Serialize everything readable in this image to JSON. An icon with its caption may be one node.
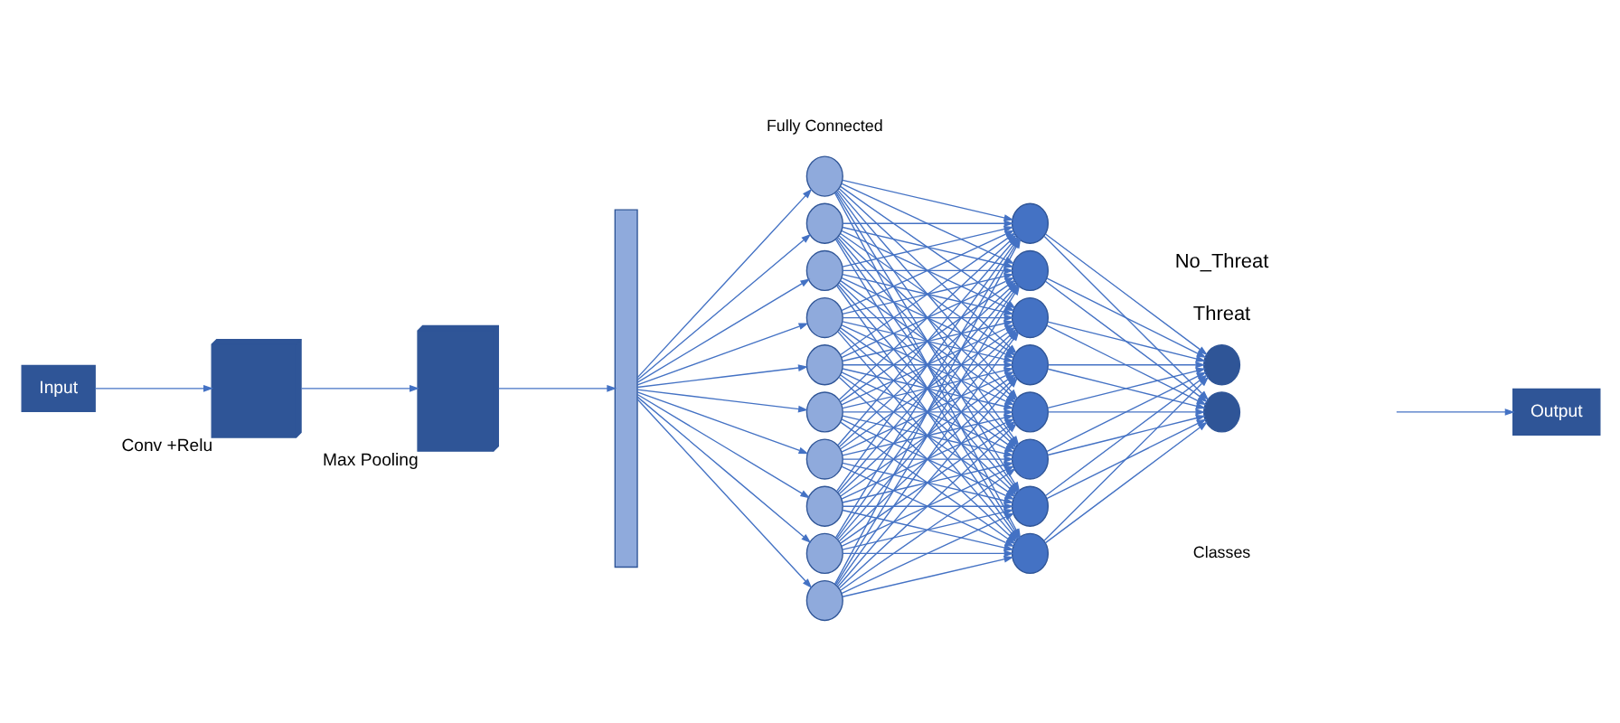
{
  "diagram": {
    "nodes": [
      {
        "text": [
          "Input"
        ]
      },
      {
        "text": [],
        "shape": "box",
        "beside": [
          "Conv +Relu"
        ]
      },
      {
        "text": [],
        "shape": "box",
        "beside": [
          "Max Pooling"
        ]
      },
      {
        "text": [],
        "shape": "bar"
      },
      {
        "text": [],
        "shape": "circle"
      },
      {
        "text": [],
        "shape": "circle"
      },
      {
        "text": [],
        "shape": "circle"
      },
      {
        "text": [],
        "shape": "circle"
      },
      {
        "text": [],
        "shape": "circle"
      },
      {
        "text": [],
        "shape": "circle"
      },
      {
        "text": [],
        "shape": "circle"
      },
      {
        "text": [],
        "shape": "circle"
      },
      {
        "text": [],
        "shape": "circle"
      },
      {
        "text": [],
        "shape": "circle"
      },
      {
        "text": [],
        "shape": "circle"
      },
      {
        "text": [],
        "shape": "circle"
      },
      {
        "text": [],
        "shape": "circle"
      },
      {
        "text": [],
        "shape": "circle"
      },
      {
        "text": [],
        "shape": "circle"
      },
      {
        "text": [],
        "shape": "circle"
      },
      {
        "text": [],
        "shape": "circle"
      },
      {
        "text": [],
        "shape": "circle"
      },
      {
        "text": [],
        "shape": "circle"
      },
      {
        "text": [],
        "shape": "circle"
      },
      {
        "text": [
          "Output"
        ]
      }
    ],
    "edges": [
      {
        "from": 0,
        "to": 1,
        "arrow": "to"
      },
      {
        "from": 1,
        "to": 2,
        "arrow": "to"
      },
      {
        "from": 2,
        "to": 3,
        "arrow": "to"
      },
      {
        "from": 3,
        "to": 4,
        "arrow": "to"
      },
      {
        "from": 3,
        "to": 5,
        "arrow": "to"
      },
      {
        "from": 3,
        "to": 6,
        "arrow": "to"
      },
      {
        "from": 3,
        "to": 7,
        "arrow": "to"
      },
      {
        "from": 3,
        "to": 8,
        "arrow": "to"
      },
      {
        "from": 3,
        "to": 9,
        "arrow": "to"
      },
      {
        "from": 3,
        "to": 10,
        "arrow": "to"
      },
      {
        "from": 3,
        "to": 11,
        "arrow": "to"
      },
      {
        "from": 3,
        "to": 12,
        "arrow": "to"
      },
      {
        "from": 3,
        "to": 13,
        "arrow": "to"
      },
      {
        "from": 4,
        "to": 14,
        "arrow": "to"
      },
      {
        "from": 4,
        "to": 15,
        "arrow": "to"
      },
      {
        "from": 4,
        "to": 16,
        "arrow": "to"
      },
      {
        "from": 4,
        "to": 17,
        "arrow": "to"
      },
      {
        "from": 4,
        "to": 18,
        "arrow": "to"
      },
      {
        "from": 4,
        "to": 19,
        "arrow": "to"
      },
      {
        "from": 4,
        "to": 20,
        "arrow": "to"
      },
      {
        "from": 4,
        "to": 21,
        "arrow": "to"
      },
      {
        "from": 5,
        "to": 14,
        "arrow": "to"
      },
      {
        "from": 5,
        "to": 15,
        "arrow": "to"
      },
      {
        "from": 5,
        "to": 16,
        "arrow": "to"
      },
      {
        "from": 5,
        "to": 17,
        "arrow": "to"
      },
      {
        "from": 5,
        "to": 18,
        "arrow": "to"
      },
      {
        "from": 5,
        "to": 19,
        "arrow": "to"
      },
      {
        "from": 5,
        "to": 20,
        "arrow": "to"
      },
      {
        "from": 5,
        "to": 21,
        "arrow": "to"
      },
      {
        "from": 6,
        "to": 14,
        "arrow": "to"
      },
      {
        "from": 6,
        "to": 15,
        "arrow": "to"
      },
      {
        "from": 6,
        "to": 16,
        "arrow": "to"
      },
      {
        "from": 6,
        "to": 17,
        "arrow": "to"
      },
      {
        "from": 6,
        "to": 18,
        "arrow": "to"
      },
      {
        "from": 6,
        "to": 19,
        "arrow": "to"
      },
      {
        "from": 6,
        "to": 20,
        "arrow": "to"
      },
      {
        "from": 6,
        "to": 21,
        "arrow": "to"
      },
      {
        "from": 7,
        "to": 14,
        "arrow": "to"
      },
      {
        "from": 7,
        "to": 15,
        "arrow": "to"
      },
      {
        "from": 7,
        "to": 16,
        "arrow": "to"
      },
      {
        "from": 7,
        "to": 17,
        "arrow": "to"
      },
      {
        "from": 7,
        "to": 18,
        "arrow": "to"
      },
      {
        "from": 7,
        "to": 19,
        "arrow": "to"
      },
      {
        "from": 7,
        "to": 20,
        "arrow": "to"
      },
      {
        "from": 7,
        "to": 21,
        "arrow": "to"
      },
      {
        "from": 8,
        "to": 14,
        "arrow": "to"
      },
      {
        "from": 8,
        "to": 15,
        "arrow": "to"
      },
      {
        "from": 8,
        "to": 16,
        "arrow": "to"
      },
      {
        "from": 8,
        "to": 17,
        "arrow": "to"
      },
      {
        "from": 8,
        "to": 18,
        "arrow": "to"
      },
      {
        "from": 8,
        "to": 19,
        "arrow": "to"
      },
      {
        "from": 8,
        "to": 20,
        "arrow": "to"
      },
      {
        "from": 8,
        "to": 21,
        "arrow": "to"
      },
      {
        "from": 9,
        "to": 14,
        "arrow": "to"
      },
      {
        "from": 9,
        "to": 15,
        "arrow": "to"
      },
      {
        "from": 9,
        "to": 16,
        "arrow": "to"
      },
      {
        "from": 9,
        "to": 17,
        "arrow": "to"
      },
      {
        "from": 9,
        "to": 18,
        "arrow": "to"
      },
      {
        "from": 9,
        "to": 19,
        "arrow": "to"
      },
      {
        "from": 9,
        "to": 20,
        "arrow": "to"
      },
      {
        "from": 9,
        "to": 21,
        "arrow": "to"
      },
      {
        "from": 10,
        "to": 14,
        "arrow": "to"
      },
      {
        "from": 10,
        "to": 15,
        "arrow": "to"
      },
      {
        "from": 10,
        "to": 16,
        "arrow": "to"
      },
      {
        "from": 10,
        "to": 17,
        "arrow": "to"
      },
      {
        "from": 10,
        "to": 18,
        "arrow": "to"
      },
      {
        "from": 10,
        "to": 19,
        "arrow": "to"
      },
      {
        "from": 10,
        "to": 20,
        "arrow": "to"
      },
      {
        "from": 10,
        "to": 21,
        "arrow": "to"
      },
      {
        "from": 11,
        "to": 14,
        "arrow": "to"
      },
      {
        "from": 11,
        "to": 15,
        "arrow": "to"
      },
      {
        "from": 11,
        "to": 16,
        "arrow": "to"
      },
      {
        "from": 11,
        "to": 17,
        "arrow": "to"
      },
      {
        "from": 11,
        "to": 18,
        "arrow": "to"
      },
      {
        "from": 11,
        "to": 19,
        "arrow": "to"
      },
      {
        "from": 11,
        "to": 20,
        "arrow": "to"
      },
      {
        "from": 11,
        "to": 21,
        "arrow": "to"
      },
      {
        "from": 12,
        "to": 14,
        "arrow": "to"
      },
      {
        "from": 12,
        "to": 15,
        "arrow": "to"
      },
      {
        "from": 12,
        "to": 16,
        "arrow": "to"
      },
      {
        "from": 12,
        "to": 17,
        "arrow": "to"
      },
      {
        "from": 12,
        "to": 18,
        "arrow": "to"
      },
      {
        "from": 12,
        "to": 19,
        "arrow": "to"
      },
      {
        "from": 12,
        "to": 20,
        "arrow": "to"
      },
      {
        "from": 12,
        "to": 21,
        "arrow": "to"
      },
      {
        "from": 13,
        "to": 14,
        "arrow": "to"
      },
      {
        "from": 13,
        "to": 15,
        "arrow": "to"
      },
      {
        "from": 13,
        "to": 16,
        "arrow": "to"
      },
      {
        "from": 13,
        "to": 17,
        "arrow": "to"
      },
      {
        "from": 13,
        "to": 18,
        "arrow": "to"
      },
      {
        "from": 13,
        "to": 19,
        "arrow": "to"
      },
      {
        "from": 13,
        "to": 20,
        "arrow": "to"
      },
      {
        "from": 13,
        "to": 21,
        "arrow": "to"
      },
      {
        "from": 14,
        "to": 22,
        "arrow": "to"
      },
      {
        "from": 14,
        "to": 23,
        "arrow": "to"
      },
      {
        "from": 15,
        "to": 22,
        "arrow": "to"
      },
      {
        "from": 15,
        "to": 23,
        "arrow": "to"
      },
      {
        "from": 16,
        "to": 22,
        "arrow": "to"
      },
      {
        "from": 16,
        "to": 23,
        "arrow": "to"
      },
      {
        "from": 17,
        "to": 22,
        "arrow": "to"
      },
      {
        "from": 17,
        "to": 23,
        "arrow": "to"
      },
      {
        "from": 18,
        "to": 22,
        "arrow": "to"
      },
      {
        "from": 18,
        "to": 23,
        "arrow": "to"
      },
      {
        "from": 19,
        "to": 22,
        "arrow": "to"
      },
      {
        "from": 19,
        "to": 23,
        "arrow": "to"
      },
      {
        "from": 20,
        "to": 22,
        "arrow": "to"
      },
      {
        "from": 20,
        "to": 23,
        "arrow": "to"
      },
      {
        "from": 21,
        "to": 22,
        "arrow": "to"
      },
      {
        "from": 21,
        "to": 23,
        "arrow": "to"
      },
      {
        "from": null,
        "to": 24,
        "arrow": "to"
      }
    ],
    "labels": [
      "Fully Connected",
      "Classes",
      "Threat",
      "No_Threat"
    ]
  }
}
